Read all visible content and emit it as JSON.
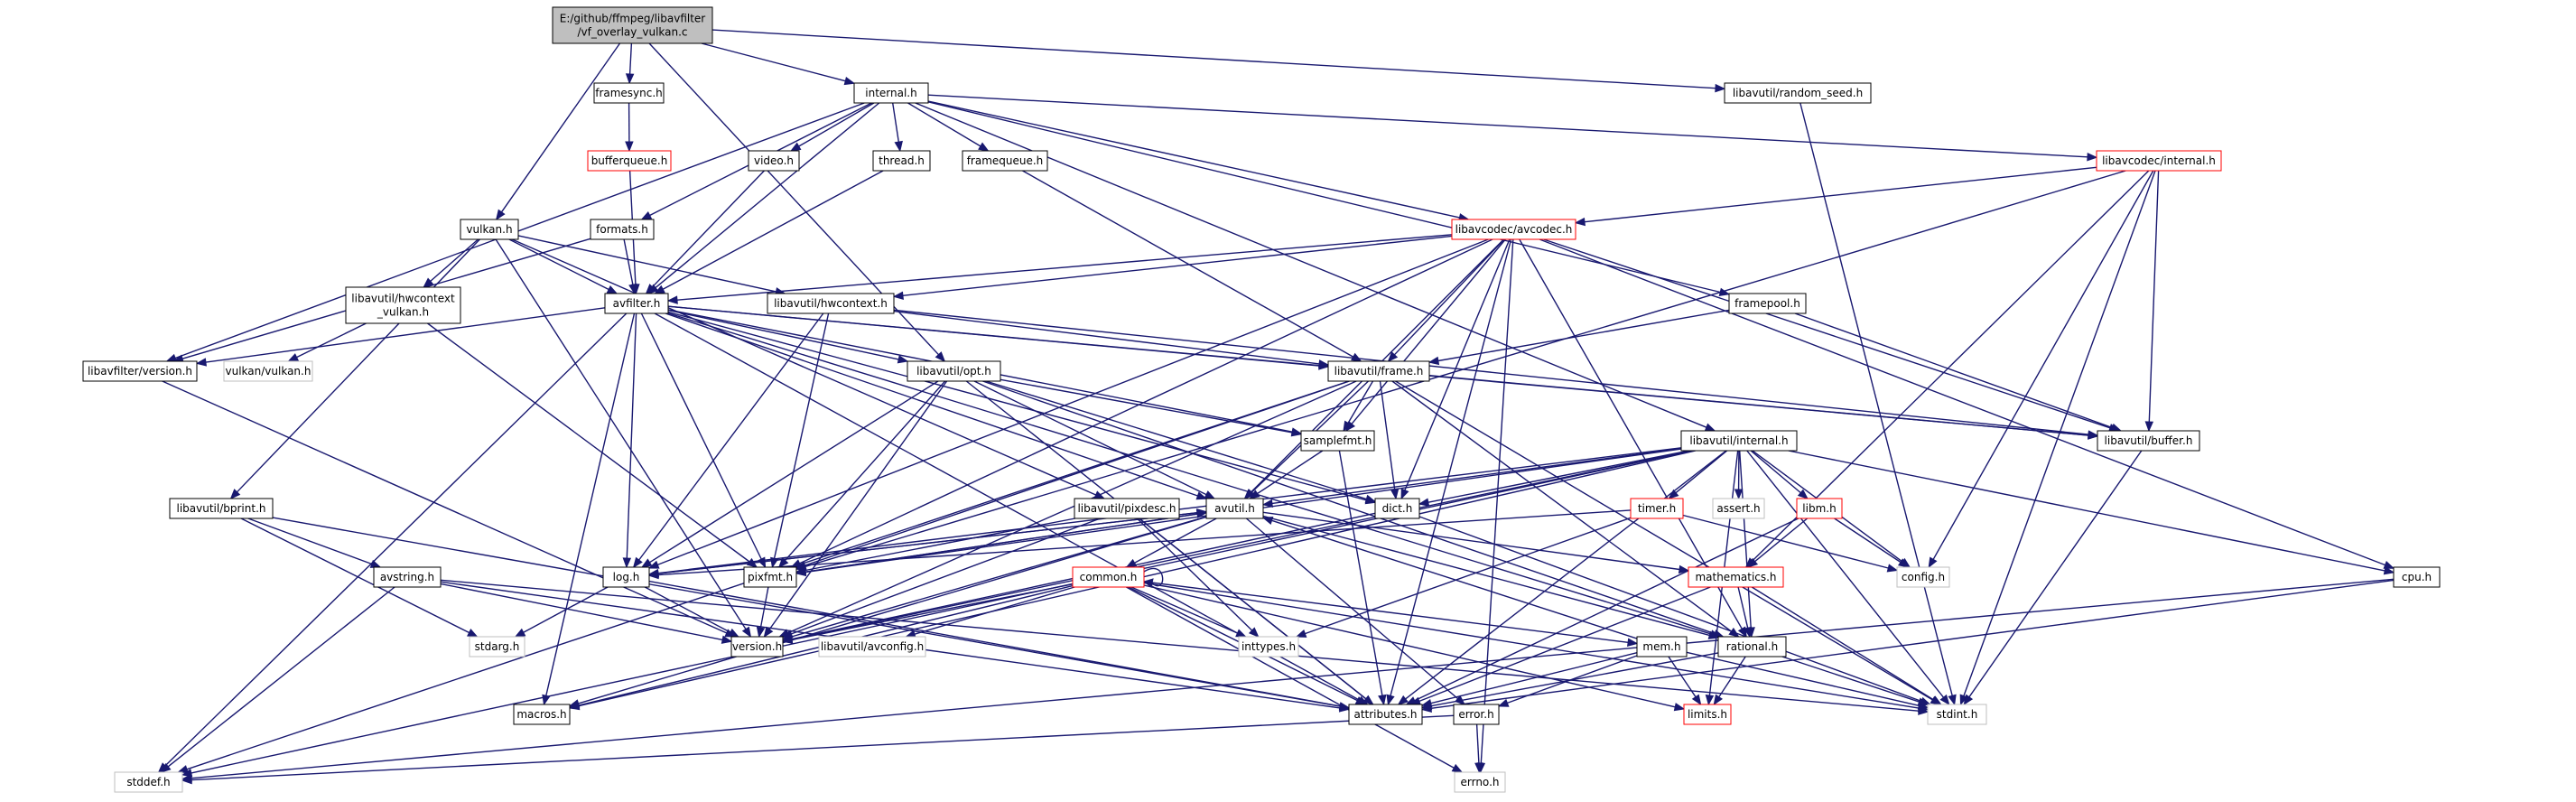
{
  "nodes": [
    {
      "id": "root",
      "lines": [
        "E:/github/ffmpeg/libavfilter",
        "/vf_overlay_vulkan.c"
      ],
      "style": "root"
    },
    {
      "id": "framesync",
      "lines": [
        "framesync.h"
      ],
      "style": "plain"
    },
    {
      "id": "internal",
      "lines": [
        "internal.h"
      ],
      "style": "plain"
    },
    {
      "id": "random_seed",
      "lines": [
        "libavutil/random_seed.h"
      ],
      "style": "plain"
    },
    {
      "id": "bufferqueue",
      "lines": [
        "bufferqueue.h"
      ],
      "style": "red"
    },
    {
      "id": "video",
      "lines": [
        "video.h"
      ],
      "style": "plain"
    },
    {
      "id": "thread",
      "lines": [
        "thread.h"
      ],
      "style": "plain"
    },
    {
      "id": "framequeue",
      "lines": [
        "framequeue.h"
      ],
      "style": "plain"
    },
    {
      "id": "lavc_internal",
      "lines": [
        "libavcodec/internal.h"
      ],
      "style": "red"
    },
    {
      "id": "vulkan",
      "lines": [
        "vulkan.h"
      ],
      "style": "plain"
    },
    {
      "id": "formats",
      "lines": [
        "formats.h"
      ],
      "style": "plain"
    },
    {
      "id": "avcodec",
      "lines": [
        "libavcodec/avcodec.h"
      ],
      "style": "red"
    },
    {
      "id": "hwctx_vulkan",
      "lines": [
        "libavutil/hwcontext",
        "_vulkan.h"
      ],
      "style": "plain"
    },
    {
      "id": "avfilter",
      "lines": [
        "avfilter.h"
      ],
      "style": "plain"
    },
    {
      "id": "hwcontext",
      "lines": [
        "libavutil/hwcontext.h"
      ],
      "style": "plain"
    },
    {
      "id": "framepool",
      "lines": [
        "framepool.h"
      ],
      "style": "plain"
    },
    {
      "id": "lavfi_version",
      "lines": [
        "libavfilter/version.h"
      ],
      "style": "plain"
    },
    {
      "id": "vulkan_vulkan",
      "lines": [
        "vulkan/vulkan.h"
      ],
      "style": "gray"
    },
    {
      "id": "opt",
      "lines": [
        "libavutil/opt.h"
      ],
      "style": "plain"
    },
    {
      "id": "frame",
      "lines": [
        "libavutil/frame.h"
      ],
      "style": "plain"
    },
    {
      "id": "buffer",
      "lines": [
        "libavutil/buffer.h"
      ],
      "style": "plain"
    },
    {
      "id": "samplefmt",
      "lines": [
        "samplefmt.h"
      ],
      "style": "plain"
    },
    {
      "id": "lavu_internal",
      "lines": [
        "libavutil/internal.h"
      ],
      "style": "plain"
    },
    {
      "id": "bprint",
      "lines": [
        "libavutil/bprint.h"
      ],
      "style": "plain"
    },
    {
      "id": "pixdesc",
      "lines": [
        "libavutil/pixdesc.h"
      ],
      "style": "plain"
    },
    {
      "id": "avutil",
      "lines": [
        "avutil.h"
      ],
      "style": "plain"
    },
    {
      "id": "dict",
      "lines": [
        "dict.h"
      ],
      "style": "plain"
    },
    {
      "id": "timer",
      "lines": [
        "timer.h"
      ],
      "style": "red"
    },
    {
      "id": "assert",
      "lines": [
        "assert.h"
      ],
      "style": "gray"
    },
    {
      "id": "libm",
      "lines": [
        "libm.h"
      ],
      "style": "red"
    },
    {
      "id": "config",
      "lines": [
        "config.h"
      ],
      "style": "gray"
    },
    {
      "id": "cpu",
      "lines": [
        "cpu.h"
      ],
      "style": "plain"
    },
    {
      "id": "log",
      "lines": [
        "log.h"
      ],
      "style": "plain"
    },
    {
      "id": "pixfmt",
      "lines": [
        "pixfmt.h"
      ],
      "style": "plain"
    },
    {
      "id": "avstring",
      "lines": [
        "avstring.h"
      ],
      "style": "plain"
    },
    {
      "id": "common",
      "lines": [
        "common.h"
      ],
      "style": "red"
    },
    {
      "id": "mathematics",
      "lines": [
        "mathematics.h"
      ],
      "style": "red"
    },
    {
      "id": "stdarg",
      "lines": [
        "stdarg.h"
      ],
      "style": "gray"
    },
    {
      "id": "version",
      "lines": [
        "version.h"
      ],
      "style": "plain"
    },
    {
      "id": "avconfig",
      "lines": [
        "libavutil/avconfig.h"
      ],
      "style": "gray"
    },
    {
      "id": "inttypes",
      "lines": [
        "inttypes.h"
      ],
      "style": "gray"
    },
    {
      "id": "mem",
      "lines": [
        "mem.h"
      ],
      "style": "plain"
    },
    {
      "id": "rational",
      "lines": [
        "rational.h"
      ],
      "style": "plain"
    },
    {
      "id": "macros",
      "lines": [
        "macros.h"
      ],
      "style": "plain"
    },
    {
      "id": "attributes",
      "lines": [
        "attributes.h"
      ],
      "style": "plain"
    },
    {
      "id": "error",
      "lines": [
        "error.h"
      ],
      "style": "plain"
    },
    {
      "id": "limits",
      "lines": [
        "limits.h"
      ],
      "style": "red"
    },
    {
      "id": "stdint",
      "lines": [
        "stdint.h"
      ],
      "style": "gray"
    },
    {
      "id": "stddef",
      "lines": [
        "stddef.h"
      ],
      "style": "gray"
    },
    {
      "id": "errno",
      "lines": [
        "errno.h"
      ],
      "style": "gray"
    }
  ],
  "edges": [
    [
      "root",
      "framesync"
    ],
    [
      "root",
      "internal"
    ],
    [
      "root",
      "random_seed"
    ],
    [
      "root",
      "vulkan"
    ],
    [
      "root",
      "opt"
    ],
    [
      "framesync",
      "bufferqueue"
    ],
    [
      "bufferqueue",
      "avfilter"
    ],
    [
      "internal",
      "video"
    ],
    [
      "internal",
      "thread"
    ],
    [
      "internal",
      "framequeue"
    ],
    [
      "internal",
      "lavc_internal"
    ],
    [
      "internal",
      "avfilter"
    ],
    [
      "internal",
      "formats"
    ],
    [
      "internal",
      "lavfi_version"
    ],
    [
      "internal",
      "avcodec"
    ],
    [
      "internal",
      "framepool"
    ],
    [
      "internal",
      "lavu_internal"
    ],
    [
      "random_seed",
      "stdint"
    ],
    [
      "video",
      "avfilter"
    ],
    [
      "thread",
      "avfilter"
    ],
    [
      "framequeue",
      "frame"
    ],
    [
      "lavc_internal",
      "avcodec"
    ],
    [
      "lavc_internal",
      "buffer"
    ],
    [
      "lavc_internal",
      "mathematics"
    ],
    [
      "lavc_internal",
      "config"
    ],
    [
      "lavc_internal",
      "stdint"
    ],
    [
      "lavc_internal",
      "pixfmt"
    ],
    [
      "vulkan",
      "avfilter"
    ],
    [
      "vulkan",
      "hwctx_vulkan"
    ],
    [
      "vulkan",
      "hwcontext"
    ],
    [
      "vulkan",
      "pixdesc"
    ],
    [
      "vulkan",
      "bprint"
    ],
    [
      "vulkan",
      "version"
    ],
    [
      "formats",
      "avfilter"
    ],
    [
      "formats",
      "lavfi_version"
    ],
    [
      "avcodec",
      "avfilter"
    ],
    [
      "avcodec",
      "hwcontext"
    ],
    [
      "avcodec",
      "frame"
    ],
    [
      "avcodec",
      "samplefmt"
    ],
    [
      "avcodec",
      "dict"
    ],
    [
      "avcodec",
      "avutil"
    ],
    [
      "avcodec",
      "buffer"
    ],
    [
      "avcodec",
      "cpu"
    ],
    [
      "avcodec",
      "log"
    ],
    [
      "avcodec",
      "pixfmt"
    ],
    [
      "avcodec",
      "rational"
    ],
    [
      "avcodec",
      "attributes"
    ],
    [
      "avcodec",
      "errno"
    ],
    [
      "hwctx_vulkan",
      "vulkan_vulkan"
    ],
    [
      "hwctx_vulkan",
      "pixfmt"
    ],
    [
      "avfilter",
      "lavfi_version"
    ],
    [
      "avfilter",
      "frame"
    ],
    [
      "avfilter",
      "samplefmt"
    ],
    [
      "avfilter",
      "dict"
    ],
    [
      "avfilter",
      "avutil"
    ],
    [
      "avfilter",
      "buffer"
    ],
    [
      "avfilter",
      "log"
    ],
    [
      "avfilter",
      "pixfmt"
    ],
    [
      "avfilter",
      "rational"
    ],
    [
      "avfilter",
      "attributes"
    ],
    [
      "avfilter",
      "stddef"
    ],
    [
      "avfilter",
      "macros"
    ],
    [
      "avfilter",
      "opt"
    ],
    [
      "hwcontext",
      "frame"
    ],
    [
      "hwcontext",
      "buffer"
    ],
    [
      "hwcontext",
      "log"
    ],
    [
      "hwcontext",
      "pixfmt"
    ],
    [
      "framepool",
      "frame"
    ],
    [
      "framepool",
      "buffer"
    ],
    [
      "lavfi_version",
      "version"
    ],
    [
      "opt",
      "avutil"
    ],
    [
      "opt",
      "dict"
    ],
    [
      "opt",
      "log"
    ],
    [
      "opt",
      "pixfmt"
    ],
    [
      "opt",
      "samplefmt"
    ],
    [
      "opt",
      "rational"
    ],
    [
      "opt",
      "version"
    ],
    [
      "opt",
      "attributes"
    ],
    [
      "frame",
      "avutil"
    ],
    [
      "frame",
      "buffer"
    ],
    [
      "frame",
      "dict"
    ],
    [
      "frame",
      "rational"
    ],
    [
      "frame",
      "samplefmt"
    ],
    [
      "frame",
      "pixfmt"
    ],
    [
      "frame",
      "version"
    ],
    [
      "frame",
      "stddef"
    ],
    [
      "frame",
      "stdint"
    ],
    [
      "buffer",
      "stdint"
    ],
    [
      "samplefmt",
      "avutil"
    ],
    [
      "samplefmt",
      "attributes"
    ],
    [
      "lavu_internal",
      "timer"
    ],
    [
      "lavu_internal",
      "assert"
    ],
    [
      "lavu_internal",
      "libm"
    ],
    [
      "lavu_internal",
      "config"
    ],
    [
      "lavu_internal",
      "dict"
    ],
    [
      "lavu_internal",
      "pixfmt"
    ],
    [
      "lavu_internal",
      "version"
    ],
    [
      "lavu_internal",
      "cpu"
    ],
    [
      "lavu_internal",
      "stdint"
    ],
    [
      "lavu_internal",
      "stddef"
    ],
    [
      "lavu_internal",
      "attributes"
    ],
    [
      "lavu_internal",
      "macros"
    ],
    [
      "lavu_internal",
      "limits"
    ],
    [
      "lavu_internal",
      "avutil"
    ],
    [
      "lavu_internal",
      "log"
    ],
    [
      "lavu_internal",
      "rational"
    ],
    [
      "bprint",
      "avstring"
    ],
    [
      "bprint",
      "stdarg"
    ],
    [
      "bprint",
      "attributes"
    ],
    [
      "pixdesc",
      "pixfmt"
    ],
    [
      "pixdesc",
      "version"
    ],
    [
      "pixdesc",
      "attributes"
    ],
    [
      "pixdesc",
      "inttypes"
    ],
    [
      "avutil",
      "common"
    ],
    [
      "avutil",
      "error"
    ],
    [
      "avutil",
      "rational"
    ],
    [
      "avutil",
      "version"
    ],
    [
      "avutil",
      "macros"
    ],
    [
      "avutil",
      "mathematics"
    ],
    [
      "avutil",
      "log"
    ],
    [
      "avutil",
      "pixfmt"
    ],
    [
      "dict",
      "stdint"
    ],
    [
      "dict",
      "version"
    ],
    [
      "timer",
      "log"
    ],
    [
      "timer",
      "config"
    ],
    [
      "timer",
      "inttypes"
    ],
    [
      "libm",
      "config"
    ],
    [
      "libm",
      "mathematics"
    ],
    [
      "libm",
      "attributes"
    ],
    [
      "cpu",
      "attributes"
    ],
    [
      "cpu",
      "stddef"
    ],
    [
      "log",
      "stdarg"
    ],
    [
      "log",
      "avutil"
    ],
    [
      "log",
      "attributes"
    ],
    [
      "log",
      "version"
    ],
    [
      "pixfmt",
      "avutil"
    ],
    [
      "pixfmt",
      "version"
    ],
    [
      "avstring",
      "stddef"
    ],
    [
      "avstring",
      "stdint"
    ],
    [
      "avstring",
      "attributes"
    ],
    [
      "avstring",
      "version"
    ],
    [
      "common",
      "common"
    ],
    [
      "common",
      "errno"
    ],
    [
      "common",
      "inttypes"
    ],
    [
      "common",
      "limits"
    ],
    [
      "common",
      "stdint"
    ],
    [
      "common",
      "attributes"
    ],
    [
      "common",
      "macros"
    ],
    [
      "common",
      "version"
    ],
    [
      "common",
      "avconfig"
    ],
    [
      "common",
      "mem"
    ],
    [
      "mathematics",
      "stdint"
    ],
    [
      "mathematics",
      "attributes"
    ],
    [
      "mathematics",
      "rational"
    ],
    [
      "mem",
      "limits"
    ],
    [
      "mem",
      "stdint"
    ],
    [
      "mem",
      "attributes"
    ],
    [
      "mem",
      "error"
    ],
    [
      "mem",
      "avutil"
    ],
    [
      "rational",
      "stdint"
    ],
    [
      "rational",
      "limits"
    ],
    [
      "rational",
      "attributes"
    ],
    [
      "error",
      "errno"
    ],
    [
      "error",
      "stddef"
    ]
  ]
}
